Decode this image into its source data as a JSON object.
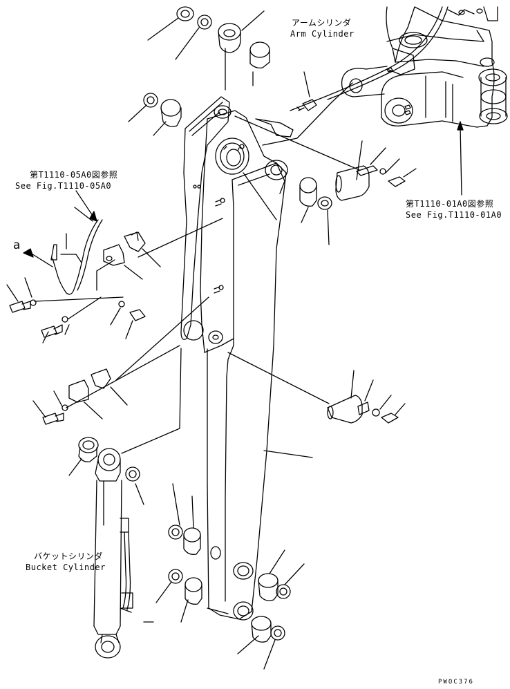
{
  "labels": {
    "arm_cylinder_jp": "アームシリンダ",
    "arm_cylinder_en": "Arm Cylinder",
    "ref_t1110_01a0_jp": "第T1110-01A0図参照",
    "ref_t1110_01a0_en": "See Fig.T1110-01A0",
    "ref_t1110_05a0_jp": "第T1110-05A0図参照",
    "ref_t1110_05a0_en": "See Fig.T1110-05A0",
    "bucket_cylinder_jp": "バケットシリンダ",
    "bucket_cylinder_en": "Bucket Cylinder",
    "marker_a": "a",
    "drawing_code": "PWOC376"
  }
}
